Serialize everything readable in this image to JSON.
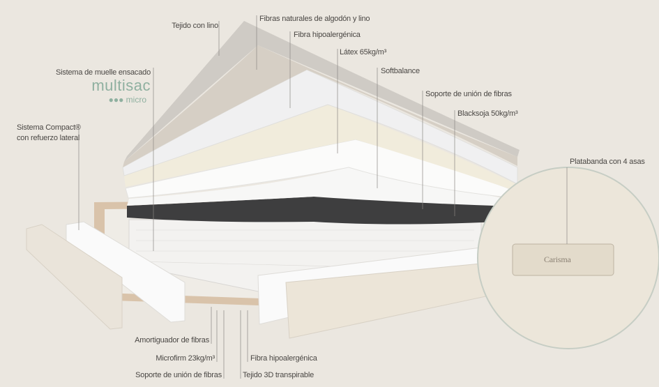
{
  "labels": {
    "tejido_lino": "Tejido con lino",
    "fibras_naturales": "Fibras naturales de algodón y lino",
    "fibra_hipo_top": "Fibra hipoalergénica",
    "latex": "Látex 65kg/m³",
    "softbalance": "Softbalance",
    "soporte_top": "Soporte de unión de fibras",
    "blacksoja": "Blacksoja 50kg/m³",
    "muelle": "Sistema de muelle ensacado",
    "compact_1": "Sistema Compact®",
    "compact_2": "con refuerzo lateral",
    "platabanda": "Platabanda con 4 asas",
    "amortiguador": "Amortiguador de  fibras",
    "microfirm": "Microfirm 23kg/m³",
    "soporte_bottom": "Soporte de unión de fibras",
    "fibra_hipo_bottom": "Fibra hipoalergénica",
    "tejido_3d": "Tejido 3D transpirable"
  },
  "logo": {
    "name": "multisac",
    "sub": "●●● micro"
  },
  "handle_brand": "Carisma",
  "colors": {
    "background": "#ebe7e0",
    "logo": "#8fb0a0",
    "text": "#4a4744"
  }
}
